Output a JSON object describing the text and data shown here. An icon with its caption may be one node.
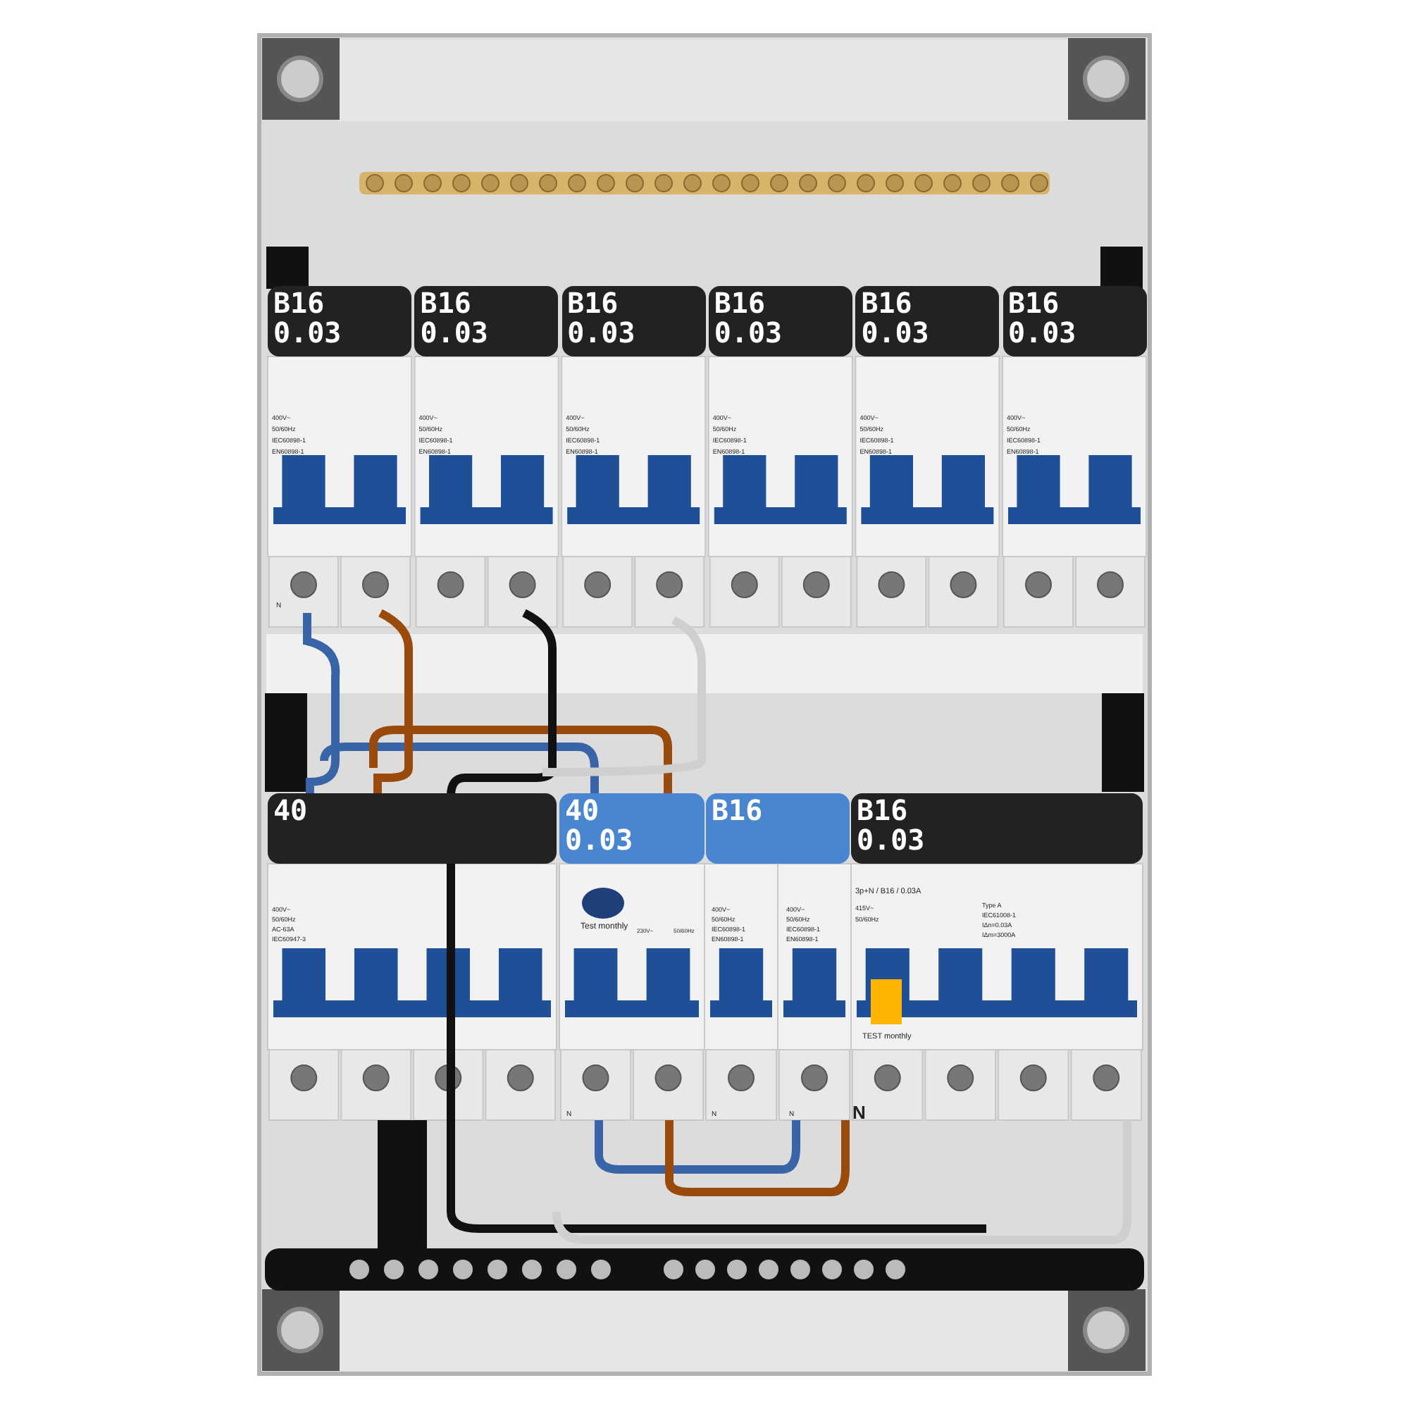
{
  "diagram": {
    "labels": [
      "B16 0.03",
      "B16 0.03",
      "B16 0.03",
      "B16 0.03",
      "B16 0.03",
      "B16 0.03",
      "400V~",
      "50/60Hz",
      "IEC60898-1",
      "EN60898-1",
      "400V~",
      "50/60Hz",
      "IEC60898-1",
      "EN60898-1",
      "400V~",
      "50/60Hz",
      "IEC60898-1",
      "EN60898-1",
      "400V~",
      "50/60Hz",
      "IEC60898-1",
      "EN60898-1",
      "400V~",
      "50/60Hz",
      "IEC60898-1",
      "EN60898-1",
      "400V~",
      "50/60Hz",
      "IEC60898-1",
      "EN60898-1",
      "N",
      "40",
      "40 0.03",
      "B16",
      "B16 0.03",
      "400V~",
      "50/60Hz",
      "AC-63A",
      "IEC60947-3",
      "Test monthly",
      "230V~",
      "50/60Hz",
      "400V~",
      "50/60Hz",
      "IEC60898-1",
      "EN60898-1",
      "400V~",
      "50/60Hz",
      "IEC60898-1",
      "EN60898-1",
      "3p+N / B16 / 0.03A",
      "415V~",
      "50/60Hz",
      "Type A",
      "IEC61008-1",
      "IΔn=0.03A",
      "IΔm=3000A",
      "TEST monthly",
      "N",
      "N",
      "N",
      "N"
    ]
  }
}
